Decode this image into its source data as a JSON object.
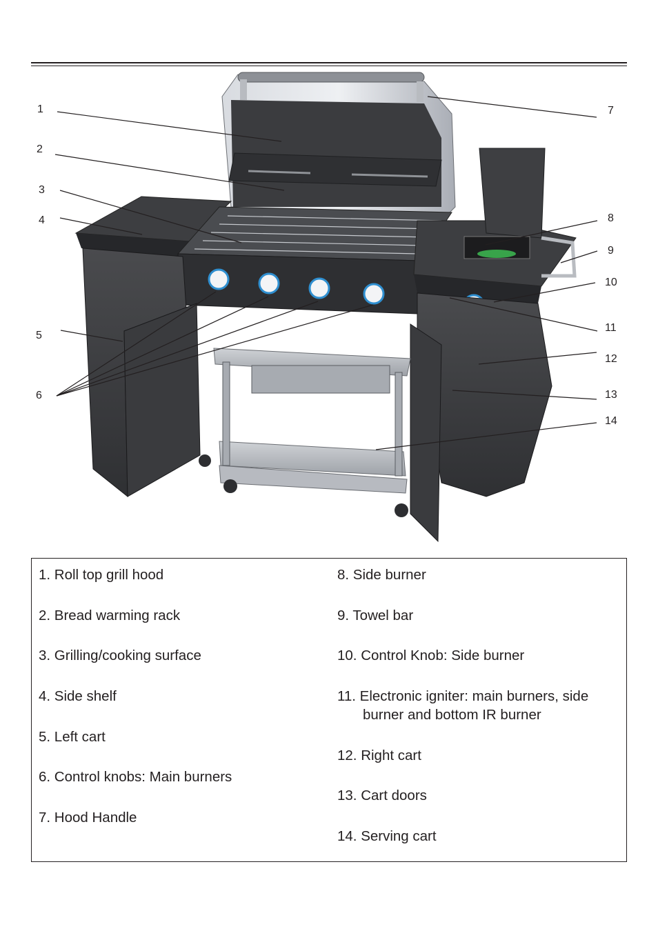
{
  "callouts": [
    "1",
    "2",
    "3",
    "4",
    "5",
    "6",
    "7",
    "8",
    "9",
    "10",
    "11",
    "12",
    "13",
    "14"
  ],
  "legend": {
    "left": [
      "1. Roll top grill hood",
      "2. Bread warming rack",
      "3. Grilling/cooking surface",
      "4. Side shelf",
      "5. Left cart",
      "6. Control knobs: Main burners",
      "7. Hood Handle"
    ],
    "right": [
      "8. Side burner",
      "9. Towel bar",
      "10. Control Knob: Side burner",
      "11. Electronic igniter: main burners, side",
      "burner and bottom IR burner",
      "12. Right cart",
      "13. Cart doors",
      "14. Serving cart"
    ]
  }
}
